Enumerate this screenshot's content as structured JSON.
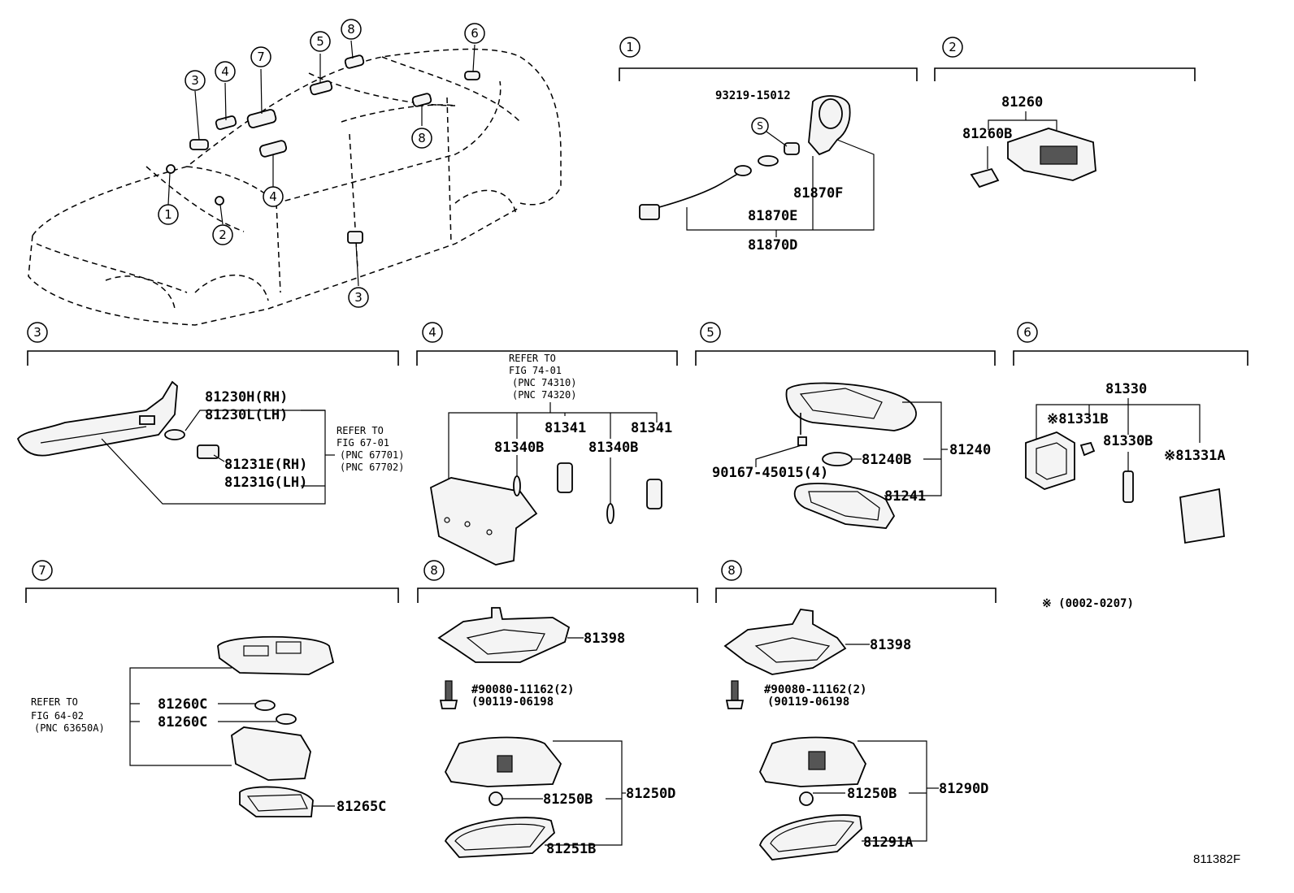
{
  "figure_code": "811382F",
  "callout_numbers": [
    "1",
    "2",
    "3",
    "4",
    "5",
    "6",
    "7",
    "8"
  ],
  "car_overview": {
    "callouts": [
      "3",
      "4",
      "7",
      "5",
      "8",
      "6",
      "8",
      "4",
      "1",
      "2",
      "3"
    ]
  },
  "groups": {
    "g1": {
      "number": "1",
      "labels": [
        "93219-15012",
        "S",
        "81870F",
        "81870E",
        "81870D"
      ]
    },
    "g2": {
      "number": "2",
      "labels": [
        "81260",
        "81260B"
      ]
    },
    "g3": {
      "number": "3",
      "labels": [
        "81230H(RH)",
        "81230L(LH)",
        "81231E(RH)",
        "81231G(LH)"
      ],
      "refer": [
        "REFER TO",
        "FIG 67-01",
        "(PNC 67701)",
        "(PNC 67702)"
      ]
    },
    "g4": {
      "number": "4",
      "refer": [
        "REFER TO",
        "FIG 74-01",
        "(PNC 74310)",
        "(PNC 74320)"
      ],
      "labels": [
        "81341",
        "81341",
        "81340B",
        "81340B"
      ]
    },
    "g5": {
      "number": "5",
      "labels": [
        "90167-45015(4)",
        "81240B",
        "81240",
        "81241"
      ]
    },
    "g6": {
      "number": "6",
      "labels": [
        "81330",
        "※81331B",
        "81330B",
        "※81331A"
      ],
      "note": "※ (0002-0207)"
    },
    "g7": {
      "number": "7",
      "refer": [
        "REFER TO",
        "FIG 64-02",
        "(PNC 63650A)"
      ],
      "labels": [
        "81260C",
        "81260C",
        "81265C"
      ]
    },
    "g8a": {
      "number": "8",
      "labels": [
        "81398",
        "#90080-11162(2)",
        "(90119-06198",
        "81250B",
        "81250D",
        "81251B"
      ]
    },
    "g8b": {
      "number": "8",
      "labels": [
        "81398",
        "#90080-11162(2)",
        "(90119-06198",
        "81250B",
        "81290D",
        "81291A"
      ]
    }
  }
}
